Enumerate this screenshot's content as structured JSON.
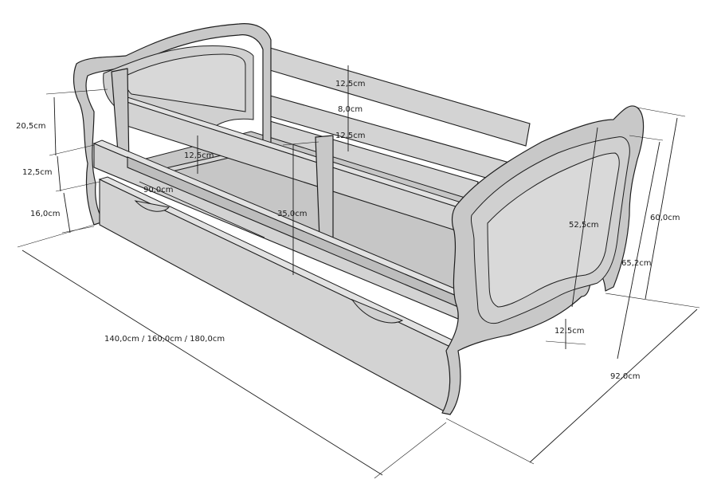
{
  "dimensions": {
    "length": "140,0cm / 160,0cm / 180,0cm",
    "width": "92,0cm",
    "headboard_height": "60,0cm",
    "footboard_height": "65,2cm",
    "inner_panel": "52,5cm",
    "leg_gap": "12,5cm",
    "top_rail": "12,5cm",
    "rail_gap": "8,0cm",
    "lower_rail": "12,5cm",
    "guard_height": "12,5cm",
    "guard_length": "90,0cm",
    "side_depth": "35,0cm",
    "left_top": "20,5cm",
    "left_mid": "12,5cm",
    "left_bottom": "16,0cm"
  },
  "colors": {
    "wood": "#c8c8c8",
    "outline": "#1e1e1e",
    "background": "#ffffff"
  }
}
